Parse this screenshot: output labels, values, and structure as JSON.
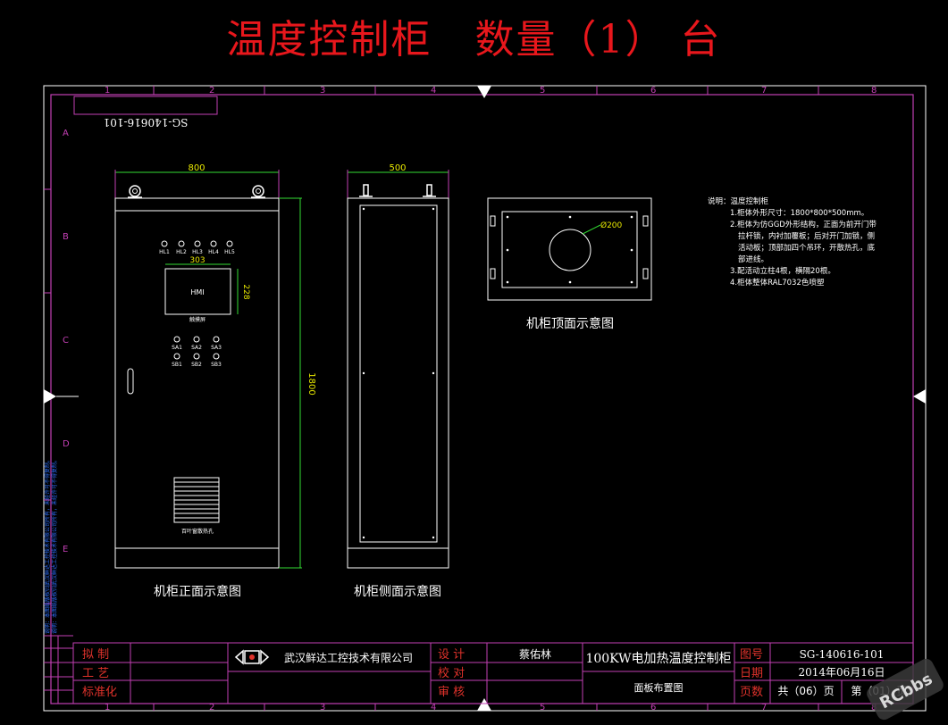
{
  "header": {
    "title": "温度控制柜   数量（1） 台"
  },
  "drawing_number_mirrored": "SG-140616-101",
  "grid": {
    "cols": [
      "1",
      "2",
      "3",
      "4",
      "5",
      "6",
      "7",
      "8"
    ],
    "rows": [
      "A",
      "B",
      "C",
      "D",
      "E"
    ]
  },
  "front_view": {
    "width_dim": "800",
    "height_dim": "1800",
    "lights": [
      "HL1",
      "HL2",
      "HL3",
      "HL4",
      "HL5"
    ],
    "hmi_width_dim": "303",
    "hmi_height_dim": "228",
    "hmi_label": "HMI",
    "hmi_caption": "触摸屏",
    "switches_row1": [
      "SA1",
      "SA2",
      "SA3"
    ],
    "switches_row2": [
      "SB1",
      "SB2",
      "SB3"
    ],
    "vent_caption": "百叶窗散热孔",
    "caption": "机柜正面示意图"
  },
  "side_view": {
    "width_dim": "500",
    "caption": "机柜侧面示意图"
  },
  "top_view": {
    "hole_dim": "Ø200",
    "caption": "机柜顶面示意图"
  },
  "notes": {
    "lines": [
      "说明：温度控制柜",
      "1.柜体外形尺寸：1800*800*500mm。",
      "2.柜体为仿GGD外形结构，正面为前开门带",
      "拉杆锁，内衬加覆板；后对开门加锁，侧",
      "活动板；顶部加四个吊环，开散热孔，底",
      "部进线。",
      "3.配活动立柱4根，横隔20根。",
      "4.柜体整体RAL7032色喷塑"
    ]
  },
  "side_strip_text": "说明：本图纸版权归武汉鲜达工控技术有限公司所有，未经许可不得复制。",
  "title_block": {
    "roles": [
      "拟 制",
      "工 艺",
      "标准化"
    ],
    "company": "武汉鲜达工控技术有限公司",
    "review_labels": [
      "设 计",
      "校 对",
      "审 核"
    ],
    "designer": "蔡佑林",
    "project": "100KW电加热温度控制柜",
    "sheet_title": "面板布置图",
    "labels": [
      "图号",
      "日期",
      "页数"
    ],
    "drawing_no": "SG-140616-101",
    "date": "2014年06月16日",
    "pages_total": "共（06）页",
    "page_no": "第（01）页"
  },
  "watermark": "RCbbs",
  "colors": {
    "title_red": "#e8171c",
    "frame_magenta": "#c23fb3",
    "dim_green": "#33dd33",
    "accent_yellow": "#e8e800",
    "line_white": "#ffffff",
    "label_red": "#e0322b",
    "strip_blue": "#2a6cf5"
  }
}
